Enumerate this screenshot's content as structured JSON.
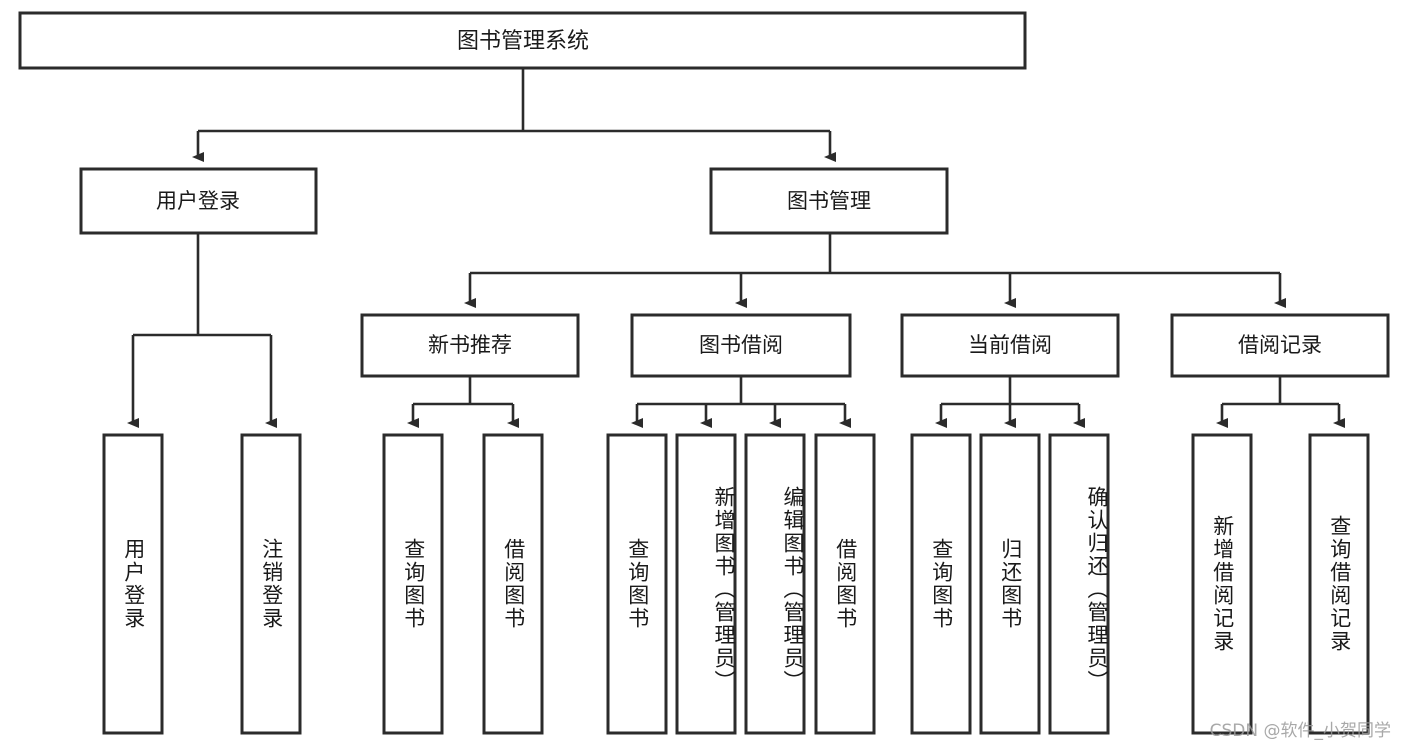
{
  "diagram": {
    "title": "图书管理系统",
    "type": "tree-hierarchy",
    "background_color": "#ffffff",
    "line_color": "#2b2b2b",
    "text_color": "#1a1a1a",
    "root": {
      "label": "图书管理系统"
    },
    "level2": [
      {
        "label": "用户登录"
      },
      {
        "label": "图书管理"
      }
    ],
    "level3": [
      {
        "label": "新书推荐"
      },
      {
        "label": "图书借阅"
      },
      {
        "label": "当前借阅"
      },
      {
        "label": "借阅记录"
      }
    ],
    "leaves": {
      "user_login": [
        {
          "label": "用户登录"
        },
        {
          "label": "注销登录"
        }
      ],
      "new_book_recommend": [
        {
          "label": "查询图书"
        },
        {
          "label": "借阅图书"
        }
      ],
      "book_borrow": [
        {
          "label": "查询图书"
        },
        {
          "label": "新增图书（管理员）"
        },
        {
          "label": "编辑图书（管理员）"
        },
        {
          "label": "借阅图书"
        }
      ],
      "current_borrow": [
        {
          "label": "查询图书"
        },
        {
          "label": "归还图书"
        },
        {
          "label": "确认归还（管理员）"
        }
      ],
      "borrow_records": [
        {
          "label": "新增借阅记录"
        },
        {
          "label": "查询借阅记录"
        }
      ]
    }
  },
  "watermark": {
    "text": "CSDN @软件_小贺同学"
  }
}
